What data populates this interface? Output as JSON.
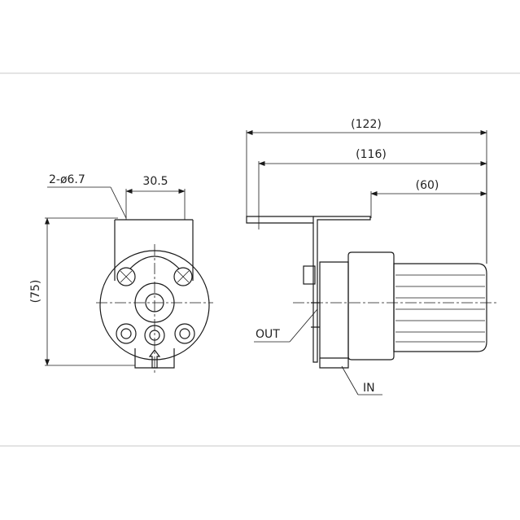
{
  "dimensions": {
    "overall_length": "(122)",
    "mid_length": "(116)",
    "head_length": "(60)",
    "hole_spec": "2-ø6.7",
    "hole_spacing": "30.5",
    "height": "(75)"
  },
  "ports": {
    "outlet": "OUT",
    "inlet": "IN"
  },
  "colors": {
    "line": "#1a1a1a",
    "frame": "#c8c8c8",
    "background": "#ffffff"
  }
}
